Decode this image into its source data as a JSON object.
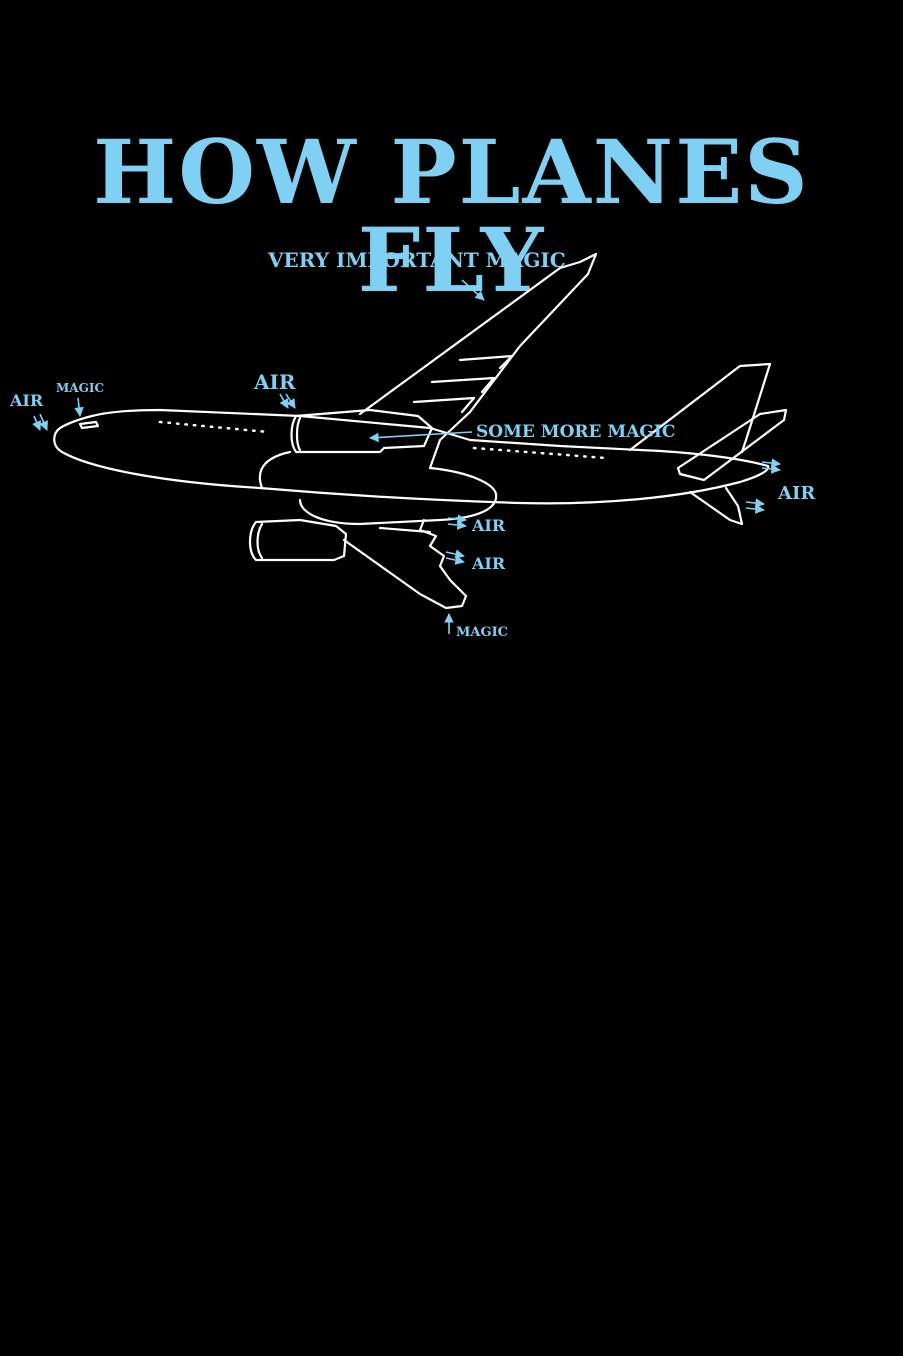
{
  "title": "HOW PLANES FLY",
  "labels": {
    "very_important_magic": "VERY IMPORTANT MAGIC",
    "air_far_left": "AIR",
    "magic_nose": "MAGIC",
    "air_engine": "AIR",
    "some_more_magic": "SOME MORE MAGIC",
    "air_tail": "AIR",
    "air_lower_1": "AIR",
    "air_lower_2": "AIR",
    "magic_bottom": "MAGIC"
  },
  "colors": {
    "background": "#000000",
    "accent": "#7fd0f2",
    "line": "#ffffff"
  }
}
